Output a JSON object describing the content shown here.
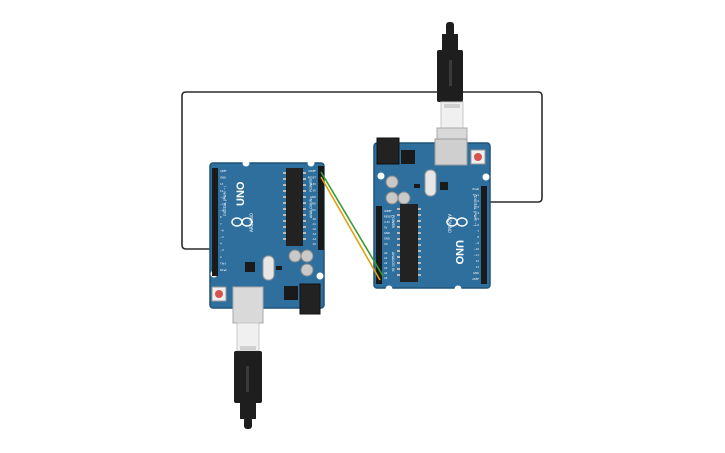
{
  "boards": [
    {
      "id": "left",
      "board_label": "UNO",
      "brand_label": "ARDUINO",
      "digital_label": "DIGITAL (PWM ~)",
      "analog_label": "ANALOG IN",
      "power_label": "POWER",
      "digital_pins": [
        "AREF",
        "GND",
        "13",
        "12",
        "~11",
        "~10",
        "~9",
        "8",
        "7",
        "~6",
        "~5",
        "4",
        "~3",
        "2",
        "TX▸1",
        "RX◂0"
      ],
      "power_pins": [
        "IOREF",
        "RESET",
        "3.3V",
        "5V",
        "GND",
        "GND",
        "Vin"
      ],
      "analog_pins": [
        "A0",
        "A1",
        "A2",
        "A3",
        "A4",
        "A5"
      ]
    },
    {
      "id": "right",
      "board_label": "UNO",
      "brand_label": "ARDUINO",
      "digital_label": "DIGITAL (PWM ~)",
      "analog_label": "ANALOG IN",
      "power_label": "POWER",
      "digital_pins": [
        "AREF",
        "GND",
        "13",
        "12",
        "~11",
        "~10",
        "~9",
        "8",
        "7",
        "~6",
        "~5",
        "4",
        "~3",
        "2",
        "TX▸1",
        "RX◂0"
      ],
      "power_pins": [
        "IOREF",
        "RESET",
        "3.3V",
        "5V",
        "GND",
        "GND",
        "Vin"
      ],
      "analog_pins": [
        "A0",
        "A1",
        "A2",
        "A3",
        "A4",
        "A5"
      ]
    }
  ],
  "colors": {
    "board": "#2e6f9e",
    "board_edge": "#1f5479",
    "wire_black": "#2b2b2b",
    "wire_green": "#3a9b2f",
    "wire_orange": "#e0a010",
    "usb_metal": "#d9d9d9",
    "usb_plug": "#1e1e1e",
    "reset_button": "#d9534f"
  }
}
